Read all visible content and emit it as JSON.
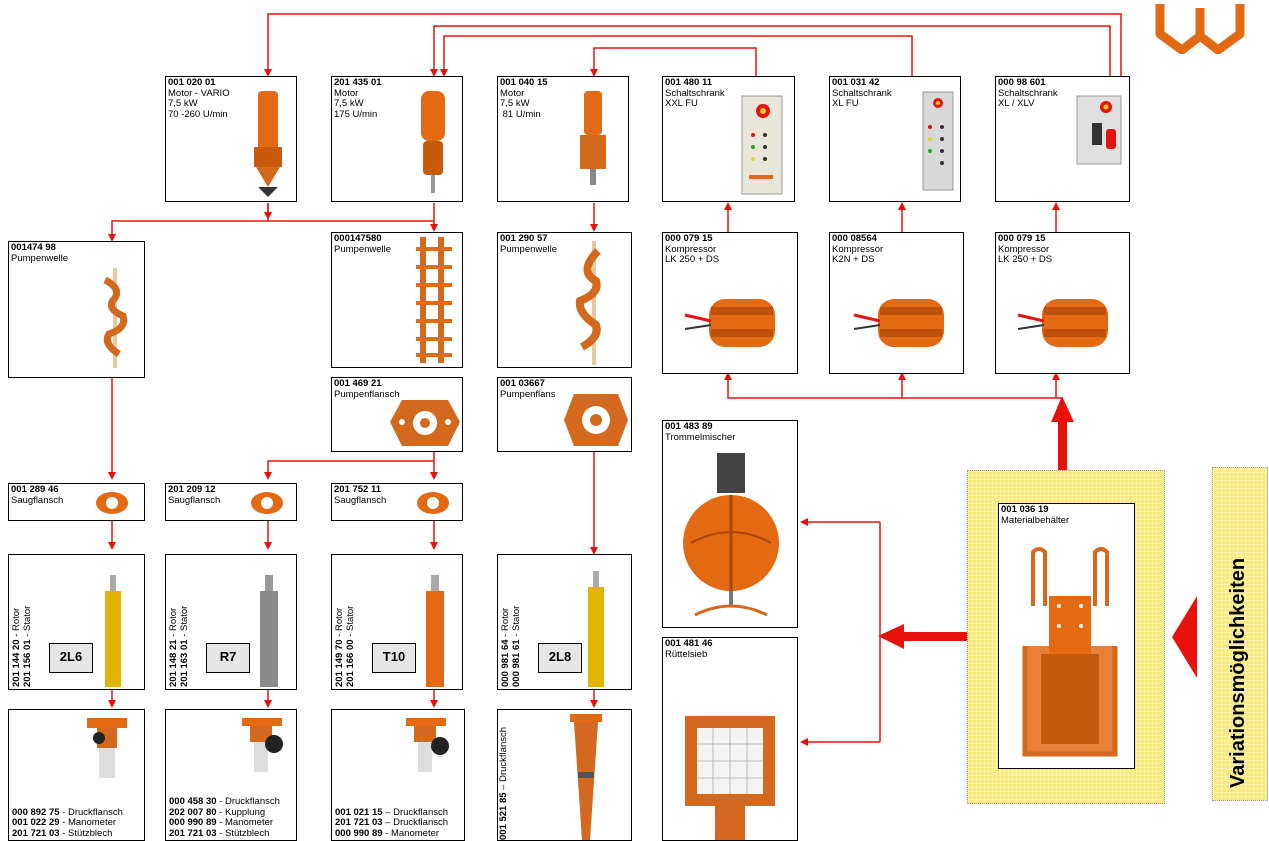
{
  "logo": "tw-logo",
  "side_label": "Variationsmöglichkeiten",
  "colors": {
    "line": "#e8120c",
    "part": "#e36a12",
    "highlight": "#fbe97a"
  },
  "motors": [
    {
      "code": "001 020 01",
      "lines": "Motor - VARIO\n7,5 kW\n70 -260 U/min"
    },
    {
      "code": "201 435 01",
      "lines": "Motor\n7,5 kW\n175 U/min"
    },
    {
      "code": "001 040 15",
      "lines": "Motor\n7,5 kW\n 81 U/min"
    }
  ],
  "cabinets": [
    {
      "code": "001 480 11",
      "lines": "Schaltschrank\nXXL FU"
    },
    {
      "code": "001 031 42",
      "lines": "Schaltschrank\nXL FU"
    },
    {
      "code": "000 98 601",
      "lines": "Schaltschrank\nXL / XLV"
    }
  ],
  "shafts": [
    {
      "code": "001474 98",
      "lines": "Pumpenwelle"
    },
    {
      "code": "000147580",
      "lines": "Pumpenwelle"
    },
    {
      "code": "001 290 57",
      "lines": "Pumpenwelle"
    }
  ],
  "compressors": [
    {
      "code": "000 079 15",
      "lines": "Kompressor\nLK 250 + DS"
    },
    {
      "code": "000 08564",
      "lines": "Kompressor\nK2N + DS"
    },
    {
      "code": "000 079 15",
      "lines": "Kompressor\nLK 250 + DS"
    }
  ],
  "flanges": [
    {
      "code": "001 469 21",
      "lines": "Pumpenflansch"
    },
    {
      "code": "001 03667",
      "lines": "Pumpenflans"
    }
  ],
  "mixer": {
    "code": "001 483 89",
    "lines": "Trommelmischer"
  },
  "sieve": {
    "code": "001 481 46",
    "lines": "Rüttelsieb"
  },
  "container": {
    "code": "001 036 19",
    "lines": "Materialbehälter"
  },
  "suction": [
    {
      "code": "001 289 46",
      "lines": "Saugflansch"
    },
    {
      "code": "201 209 12",
      "lines": "Saugflansch"
    },
    {
      "code": "201 752 11",
      "lines": "Saugflansch"
    }
  ],
  "pumps": [
    {
      "rotor_code": "201 144 20",
      "rotor": " - Rotor",
      "stator_code": "201 156 01",
      "stator": " - Stator",
      "tag": "2L6",
      "color": "#e0b400"
    },
    {
      "rotor_code": "201 148 21",
      "rotor": " - Rotor",
      "stator_code": "201 163 01",
      "stator": " - Stator",
      "tag": "R7",
      "color": "#8a8a8a"
    },
    {
      "rotor_code": "201 149 70",
      "rotor": " - Rotor",
      "stator_code": "201 166 00",
      "stator": " - Stator",
      "tag": "T10",
      "color": "#e36a12"
    },
    {
      "rotor_code": "000 981 64",
      "rotor": " - Rotor",
      "stator_code": "000 981 61",
      "stator": " - Stator",
      "tag": "2L8",
      "color": "#e0b400"
    }
  ],
  "outlets": [
    {
      "rows": [
        {
          "code": "000 892 75",
          "text": " - Druckflansch"
        },
        {
          "code": "001 022 29",
          "text": " - Manometer"
        },
        {
          "code": "201 721 03",
          "text": " - Stützblech"
        }
      ]
    },
    {
      "rows": [
        {
          "code": "000 458 30",
          "text": " - Druckflansch"
        },
        {
          "code": "202 007 80",
          "text": " - Kupplung"
        },
        {
          "code": "000 990 89",
          "text": " - Manometer"
        },
        {
          "code": "201 721 03",
          "text": " - Stützblech"
        }
      ]
    },
    {
      "rows": [
        {
          "code": "001 021 15",
          "text": " – Druckflansch"
        },
        {
          "code": "201 721 03",
          "text": " – Druckflansch"
        },
        {
          "code": "000 990 89",
          "text": " - Manometer"
        }
      ]
    },
    {
      "vertical": {
        "code": "001 521 85",
        "text": " – Druckflansch"
      }
    }
  ]
}
